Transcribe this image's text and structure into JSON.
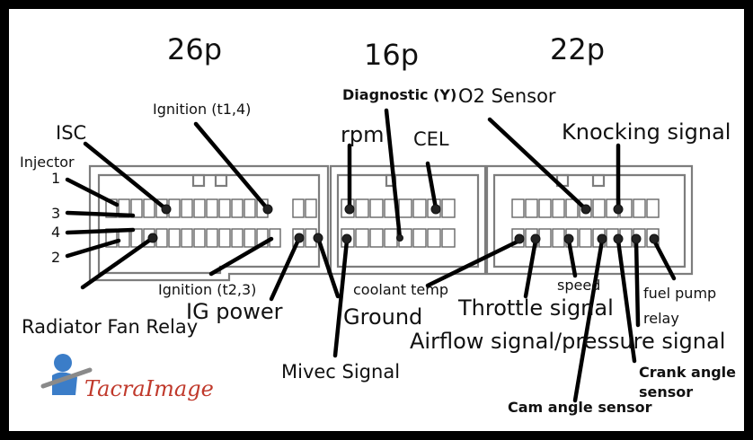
{
  "headers": {
    "left": "26p",
    "middle": "16p",
    "right": "22p"
  },
  "labels": {
    "injector": "Injector",
    "inj1": "1",
    "inj2": "2",
    "inj3": "3",
    "inj4": "4",
    "isc": "ISC",
    "ignition_t14": "Ignition (t1,4)",
    "ignition_t23": "Ignition (t2,3)",
    "ig_power": "IG power",
    "radiator_fan_relay": "Radiator Fan Relay",
    "diagnostic": "Diagnostic (Y)",
    "rpm": "rpm",
    "cel": "CEL",
    "coolant_temp": "coolant temp",
    "ground": "Ground",
    "mivec_signal": "Mivec Signal",
    "o2_sensor": "O2 Sensor",
    "knocking_signal": "Knocking signal",
    "speed": "speed",
    "throttle_signal": "Throttle signal",
    "fuel_pump": "fuel pump",
    "relay": "relay",
    "airflow_signal": "Airflow signal/pressure signal",
    "crank_angle": "Crank angle",
    "sensor": "sensor",
    "cam_angle_sensor": "Cam angle sensor"
  },
  "logo": {
    "text": "TacraImage"
  },
  "colors": {
    "ink": "#111111",
    "connector": "#7d7d7d",
    "logo": "#c0392b",
    "logo_figure": "#3b7dc8"
  }
}
